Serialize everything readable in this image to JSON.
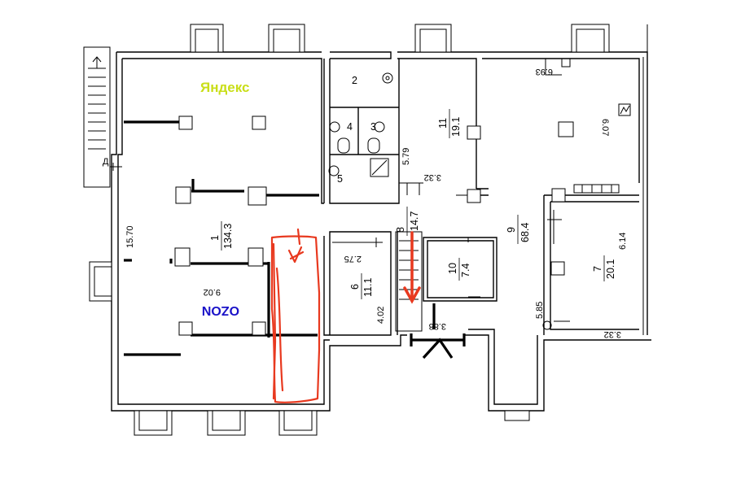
{
  "tenants": {
    "yandex": "Яндекс",
    "ozon": "OZON"
  },
  "rooms": [
    {
      "id": "room-1",
      "number": "1",
      "area": "134.3"
    },
    {
      "id": "room-2",
      "number": "2",
      "area": ""
    },
    {
      "id": "room-3",
      "number": "3",
      "area": ""
    },
    {
      "id": "room-4",
      "number": "4",
      "area": ""
    },
    {
      "id": "room-5",
      "number": "5",
      "area": ""
    },
    {
      "id": "room-6",
      "number": "6",
      "area": "11.1"
    },
    {
      "id": "room-7",
      "number": "7",
      "area": "20.1"
    },
    {
      "id": "room-8",
      "number": "8",
      "area": "14.7"
    },
    {
      "id": "room-9",
      "number": "9",
      "area": "68.4"
    },
    {
      "id": "room-10",
      "number": "10",
      "area": "7.4"
    },
    {
      "id": "room-11",
      "number": "11",
      "area": "19.1"
    }
  ],
  "dimensions": {
    "d_15_70": "15.70",
    "d_9_02": "9.02",
    "d_5_79": "5.79",
    "d_3_32_top": "3.32",
    "d_6_93": "6.93",
    "d_6_07": "6.07",
    "d_6_14": "6.14",
    "d_5_85": "5.85",
    "d_3_32_bottom": "3.32",
    "d_2_75": "2.75",
    "d_4_02": "4.02",
    "d_3_88": "3.88"
  },
  "marker": "Д",
  "colors": {
    "yandex_text": "#c9de18",
    "ozon_text": "#1a12c8",
    "highlight": "#e8391f",
    "wall": "#000000"
  }
}
